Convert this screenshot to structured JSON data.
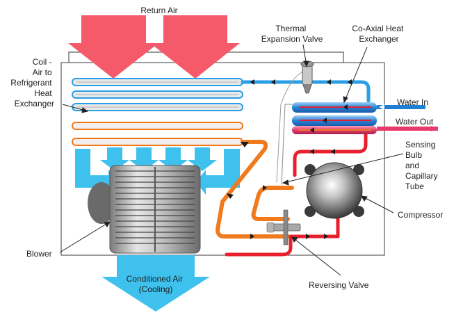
{
  "labels": {
    "return_air": "Return Air",
    "thermal_expansion_valve": [
      "Thermal",
      "Expansion Valve"
    ],
    "coaxial_heat_exchanger": [
      "Co-Axial Heat",
      "Exchanger"
    ],
    "coil": [
      "Coil -",
      "Air to",
      "Refrigerant",
      "Heat",
      "Exchanger"
    ],
    "water_in": "Water In",
    "water_out": "Water Out",
    "sensing_bulb": [
      "Sensing",
      "Bulb",
      "and",
      "Capillary",
      "Tube"
    ],
    "compressor": "Compressor",
    "blower": "Blower",
    "conditioned_air": [
      "Conditioned Air",
      "(Cooling)"
    ],
    "reversing_valve": "Reversing Valve"
  },
  "colors": {
    "hot_air": "#f55a6a",
    "cool_air": "#3fc1ee",
    "water_in": "#1f7fd4",
    "water_out": "#e83a6a",
    "liquid_line": "#2b9fe6",
    "hot_line": "#e8202e",
    "warm_line": "#f07a1e",
    "cabinet": "#5a5a5a"
  }
}
